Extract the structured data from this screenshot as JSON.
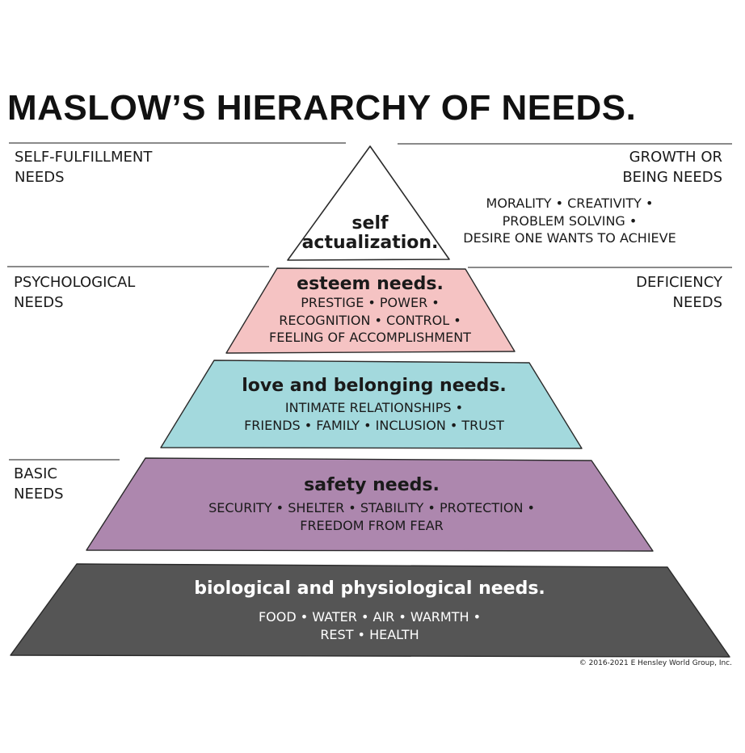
{
  "title": "MASLOW’S HIERARCHY OF NEEDS.",
  "side_labels": {
    "self_fulfillment": [
      "SELF-FULFILLMENT",
      "NEEDS"
    ],
    "growth": [
      "GROWTH OR",
      "BEING NEEDS"
    ],
    "psychological": [
      "PSYCHOLOGICAL",
      "NEEDS"
    ],
    "deficiency": [
      "DEFICIENCY",
      "NEEDS"
    ],
    "basic": [
      "BASIC",
      "NEEDS"
    ]
  },
  "growth_note": [
    "MORALITY • CREATIVITY •",
    "PROBLEM SOLVING •",
    "DESIRE ONE WANTS TO ACHIEVE"
  ],
  "tiers": {
    "self_actualization": {
      "heading": [
        "self",
        "actualization."
      ],
      "color": "#ffffff"
    },
    "esteem": {
      "heading": "esteem needs.",
      "details": [
        "PRESTIGE • POWER •",
        "RECOGNITION • CONTROL •",
        "FEELING OF ACCOMPLISHMENT"
      ],
      "color": "#f5c3c3"
    },
    "love": {
      "heading": "love and belonging needs.",
      "details": [
        "INTIMATE RELATIONSHIPS •",
        "FRIENDS • FAMILY • INCLUSION • TRUST"
      ],
      "color": "#a3d9dd"
    },
    "safety": {
      "heading": "safety needs.",
      "details": [
        "SECURITY • SHELTER • STABILITY • PROTECTION •",
        "FREEDOM FROM FEAR"
      ],
      "color": "#ad87ae"
    },
    "biological": {
      "heading": "biological and physiological needs.",
      "details": [
        "FOOD • WATER • AIR • WARMTH •",
        "REST • HEALTH"
      ],
      "color": "#555555"
    }
  },
  "copyright": "© 2016-2021 E Hensley World Group, Inc."
}
